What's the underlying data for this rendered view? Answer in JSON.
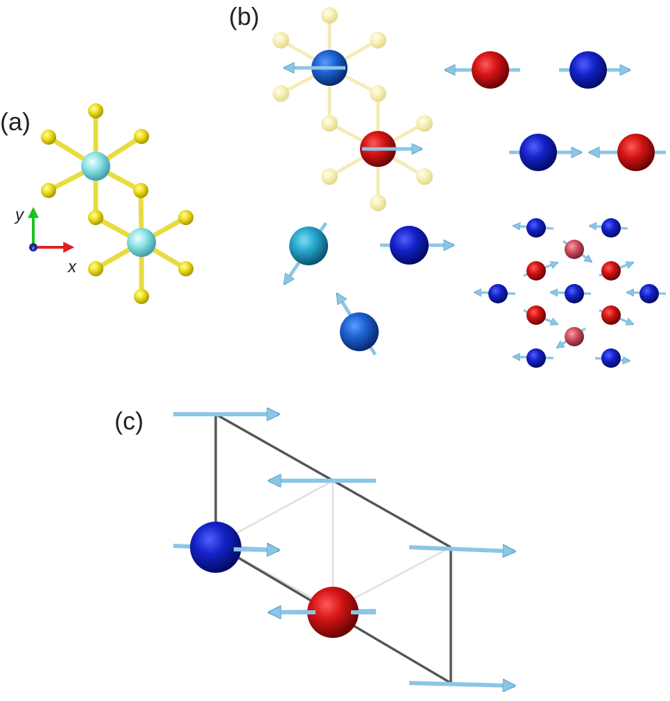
{
  "panels": {
    "a": {
      "label": "(a)",
      "axes": {
        "x": "x",
        "y": "y",
        "z": "z"
      }
    },
    "b": {
      "label": "(b)"
    },
    "c": {
      "label": "(c)"
    }
  },
  "colors": {
    "spin_up": "#1122c8",
    "spin_down": "#d41414",
    "metal_atom": "#8fe3e6",
    "ligand_atom": "#f0e020",
    "ligand_atom_faded": "#f7f0b6",
    "bond_metal": "#7fd0d8",
    "bond_ligand": "#e8dc40",
    "spin_arrow": "#8cc6e6",
    "canted_atom": "#27a6cc",
    "mid_blue": "#1d62d0",
    "pink_atom": "#cf5060",
    "cell_edge": "#333333",
    "axis_x": "#e02020",
    "axis_y": "#20c020",
    "axis_z": "#1a2a90"
  },
  "icons": [
    "sphere-icon",
    "spin-arrow-icon",
    "bond-icon",
    "axis-arrow-icon"
  ]
}
